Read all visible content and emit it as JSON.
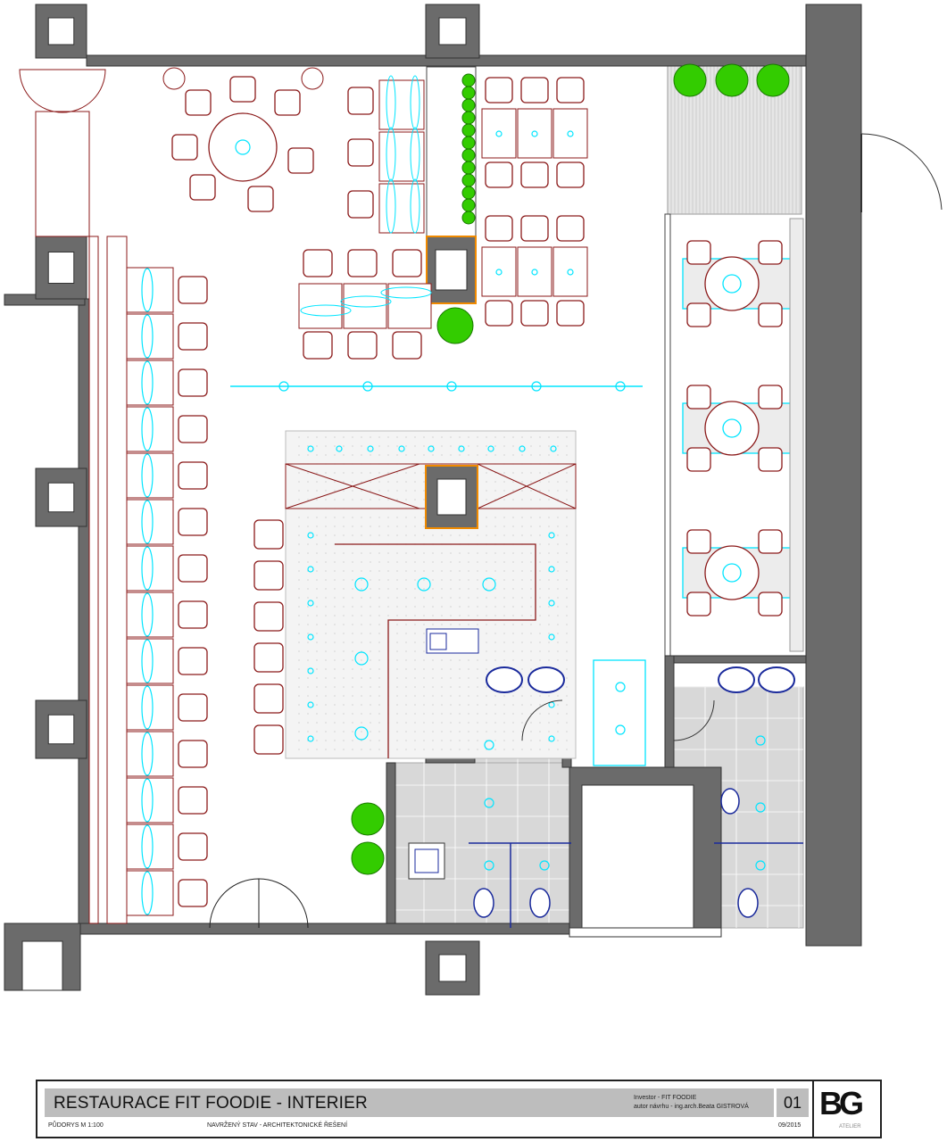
{
  "drawing": {
    "title": "RESTAURACE FIT FOODIE - INTERIER",
    "investor": "Investor - FIT FOODIE",
    "author": "autor návrhu - ing.arch.Beata GISTROVÁ",
    "sheet_number": "01",
    "plan_type": "PŮDORYS  M 1:100",
    "status": "NAVRŽENÝ STAV - ARCHITEKTONICKÉ ŘEŠENÍ",
    "date": "09/2015",
    "logo_text": "BG",
    "logo_subtext": "ATELIER"
  },
  "colors": {
    "wall": "#6b6b6b",
    "furniture": "#8b1a1a",
    "lighting": "#00e5ff",
    "plants": "#33cc00",
    "sanitary": "#1a2a9c",
    "tiles": "#d8d8d8",
    "column_accent": "#f08a00"
  }
}
